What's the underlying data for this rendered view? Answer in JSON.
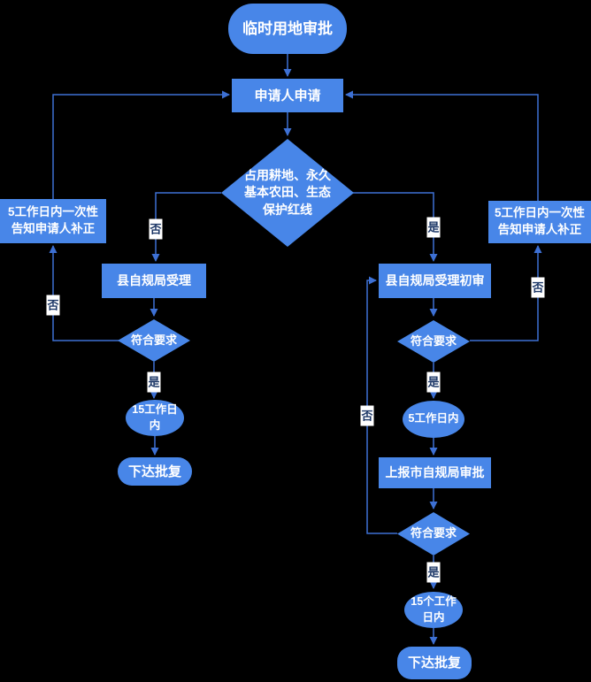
{
  "flow": {
    "start": "临时用地审批",
    "apply": "申请人申请",
    "main_decision": "占用耕地、永久\n基本农田、生态\n保护红线",
    "left_branch": {
      "notify_correction": "5工作日内一次性\n告知申请人补正",
      "county_accept": "县自规局受理",
      "check": "符合要求",
      "duration": "15工作日\n内",
      "result": "下达批复"
    },
    "right_branch": {
      "notify_correction": "5工作日内一次性\n告知申请人补正",
      "county_initial_review": "县自规局受理初审",
      "check1": "符合要求",
      "duration1": "5工作日内",
      "city_approval": "上报市自规局审批",
      "check2": "符合要求",
      "duration2": "15个工作\n日内",
      "result": "下达批复"
    },
    "edge_labels": {
      "yes": "是",
      "no": "否"
    }
  },
  "colors": {
    "background": "#000000",
    "shape_fill": "#4886E8",
    "connector": "#3D70D4",
    "node_text": "#FFFFFF",
    "edge_label_bg": "#FFFFFF",
    "edge_label_text": "#1B3666"
  }
}
